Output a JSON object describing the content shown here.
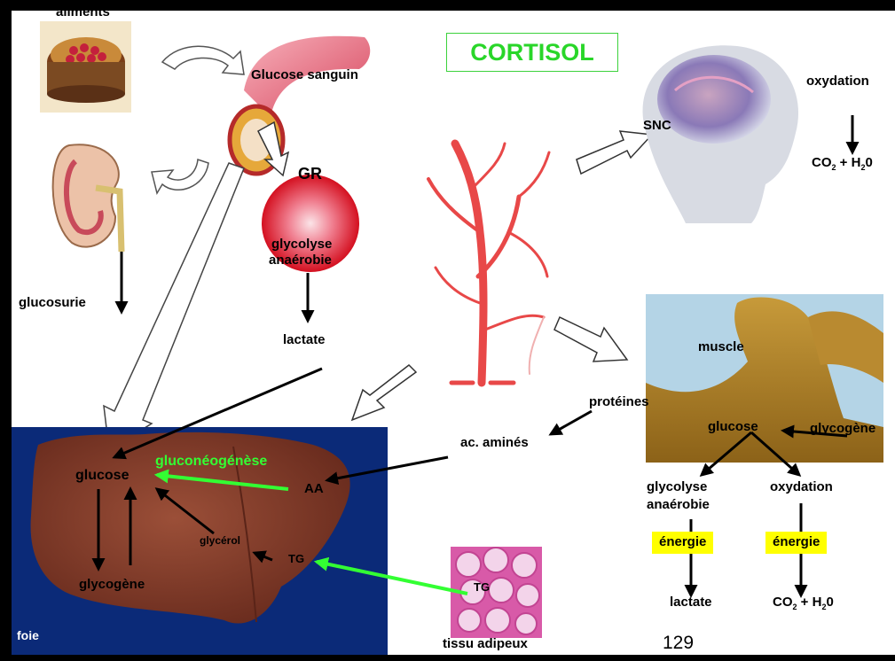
{
  "title": "CORTISOL",
  "labels": {
    "aliments": "aliments",
    "glucose_sanguin": "Glucose sanguin",
    "gr": "GR",
    "gr_glycolyse_1": "glycolyse",
    "gr_glycolyse_2": "anaérobie",
    "gr_lactate": "lactate",
    "glucosurie": "glucosurie",
    "snc": "SNC",
    "snc_oxydation": "oxydation",
    "snc_co2": "CO",
    "snc_h2o": " + H",
    "snc_zero": "0",
    "sub_2": "2",
    "muscle": "muscle",
    "proteines": "protéines",
    "ac_amines": "ac. aminés",
    "muscle_glucose": "glucose",
    "muscle_glycogene": "glycogène",
    "muscle_glycolyse_1": "glycolyse",
    "muscle_glycolyse_2": "anaérobie",
    "muscle_oxydation": "oxydation",
    "energie_1": "énergie",
    "energie_2": "énergie",
    "muscle_lactate": "lactate",
    "muscle_co2": "CO",
    "muscle_h2o": " + H",
    "muscle_zero": "0",
    "foie_glucose": "glucose",
    "gluconeogenese": "gluconéogénèse",
    "aa": "AA",
    "glycerol": "glycérol",
    "tg_foie": "TG",
    "foie_glycogene": "glycogène",
    "foie": "foie",
    "tg_adipeux": "TG",
    "tissu_adipeux": "tissu adipeux",
    "page_number": "129"
  },
  "colors": {
    "title_green": "#29d629",
    "arrow_green": "#33ff33",
    "energie_bg": "#ffff00",
    "liver_bg": "#0b2a78",
    "vessel_red": "#e84848"
  }
}
